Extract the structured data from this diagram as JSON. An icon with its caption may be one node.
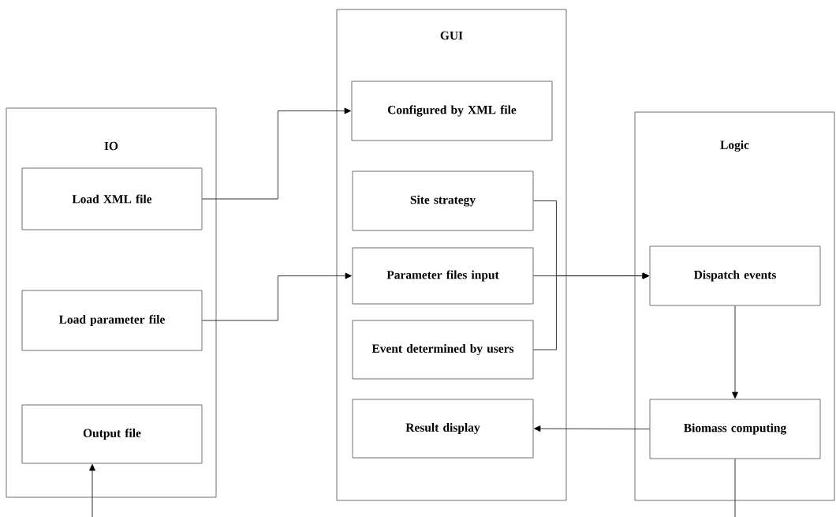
{
  "diagram": {
    "nodes": [
      {
        "text": [
          "IO"
        ]
      },
      {
        "text": [
          "GUI"
        ]
      },
      {
        "text": [
          "Logic"
        ]
      },
      {
        "text": [
          "Load XML file"
        ],
        "in": 0
      },
      {
        "text": [
          "Load parameter file"
        ],
        "in": 0
      },
      {
        "text": [
          "Output file"
        ],
        "in": 0
      },
      {
        "text": [
          "Configured by XML file"
        ],
        "in": 1
      },
      {
        "text": [
          "Site strategy"
        ],
        "in": 1
      },
      {
        "text": [
          "Parameter files input"
        ],
        "in": 1
      },
      {
        "text": [
          "Event determined by users"
        ],
        "in": 1
      },
      {
        "text": [
          "Result display"
        ],
        "in": 1
      },
      {
        "text": [
          "Dispatch events"
        ],
        "in": 2
      },
      {
        "text": [
          "Biomass computing"
        ],
        "in": 2
      }
    ],
    "edges": [
      {
        "from": 3,
        "to": 6,
        "arrow": "to"
      },
      {
        "from": 4,
        "to": 8,
        "arrow": "to"
      },
      {
        "from": 7,
        "to": 11,
        "arrow": "to"
      },
      {
        "from": 8,
        "to": 11,
        "arrow": "to"
      },
      {
        "from": 9,
        "to": 11,
        "arrow": "to"
      },
      {
        "from": 11,
        "to": 12,
        "arrow": "to"
      },
      {
        "from": 12,
        "to": 10,
        "arrow": "to"
      },
      {
        "from": 12,
        "to": null,
        "arrow": "none"
      },
      {
        "from": null,
        "to": 5,
        "arrow": "to"
      }
    ]
  }
}
